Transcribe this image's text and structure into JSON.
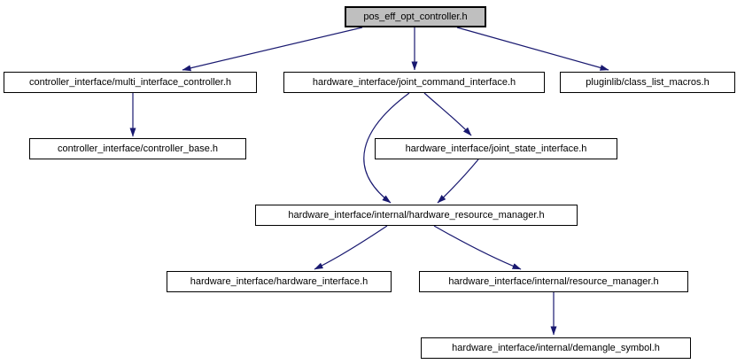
{
  "diagram": {
    "type": "include-dependency-graph",
    "root_file": "pos_eff_opt_controller.h",
    "colors": {
      "edge": "#191970",
      "node_border": "#000000",
      "node_fill": "#ffffff",
      "root_fill": "#bfbfbf",
      "text": "#000000",
      "background": "#ffffff"
    },
    "nodes": [
      {
        "label": "pos_eff_opt_controller.h",
        "highlighted": true
      },
      {
        "label": "controller_interface/multi_interface_controller.h",
        "highlighted": false
      },
      {
        "label": "hardware_interface/joint_command_interface.h",
        "highlighted": false
      },
      {
        "label": "pluginlib/class_list_macros.h",
        "highlighted": false
      },
      {
        "label": "controller_interface/controller_base.h",
        "highlighted": false
      },
      {
        "label": "hardware_interface/joint_state_interface.h",
        "highlighted": false
      },
      {
        "label": "hardware_interface/internal/hardware_resource_manager.h",
        "highlighted": false
      },
      {
        "label": "hardware_interface/hardware_interface.h",
        "highlighted": false
      },
      {
        "label": "hardware_interface/internal/resource_manager.h",
        "highlighted": false
      },
      {
        "label": "hardware_interface/internal/demangle_symbol.h",
        "highlighted": false
      }
    ],
    "edges": [
      {
        "from": "pos_eff_opt_controller.h",
        "to": "controller_interface/multi_interface_controller.h"
      },
      {
        "from": "pos_eff_opt_controller.h",
        "to": "hardware_interface/joint_command_interface.h"
      },
      {
        "from": "pos_eff_opt_controller.h",
        "to": "pluginlib/class_list_macros.h"
      },
      {
        "from": "controller_interface/multi_interface_controller.h",
        "to": "controller_interface/controller_base.h"
      },
      {
        "from": "hardware_interface/joint_command_interface.h",
        "to": "hardware_interface/joint_state_interface.h"
      },
      {
        "from": "hardware_interface/joint_command_interface.h",
        "to": "hardware_interface/internal/hardware_resource_manager.h"
      },
      {
        "from": "hardware_interface/joint_state_interface.h",
        "to": "hardware_interface/internal/hardware_resource_manager.h"
      },
      {
        "from": "hardware_interface/internal/hardware_resource_manager.h",
        "to": "hardware_interface/hardware_interface.h"
      },
      {
        "from": "hardware_interface/internal/hardware_resource_manager.h",
        "to": "hardware_interface/internal/resource_manager.h"
      },
      {
        "from": "hardware_interface/internal/resource_manager.h",
        "to": "hardware_interface/internal/demangle_symbol.h"
      }
    ]
  }
}
